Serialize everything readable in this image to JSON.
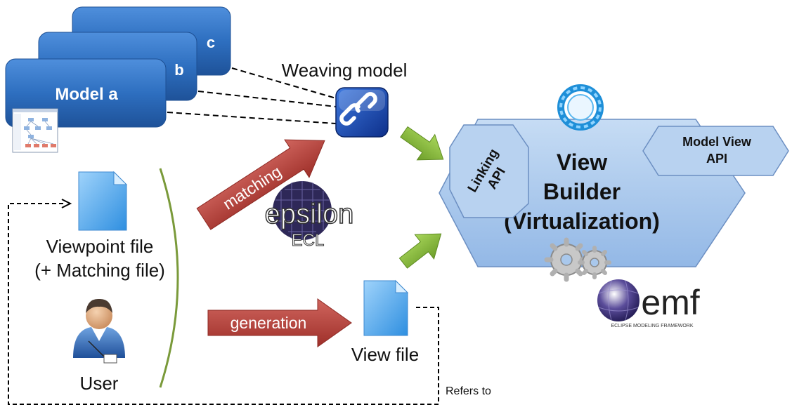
{
  "models": {
    "model_a": "Model a",
    "model_b": "b",
    "model_c": "c"
  },
  "weaving": {
    "label": "Weaving model"
  },
  "viewpoint": {
    "line1": "Viewpoint file",
    "line2": "(+ Matching file)"
  },
  "user": {
    "label": "User"
  },
  "view_file": {
    "label": "View file"
  },
  "arrows": {
    "matching": "matching",
    "generation": "generation"
  },
  "epsilon": {
    "logo": "epsilon",
    "sub": "ECL"
  },
  "emf": {
    "logo": "emf",
    "sub": "ECLIPSE MODELING FRAMEWORK"
  },
  "builder": {
    "line1": "View",
    "line2": "Builder",
    "line3": "(Virtualization)",
    "linking_line1": "Linking",
    "linking_line2": "API",
    "modelview_line1": "Model View",
    "modelview_line2": "API"
  },
  "refers_to": {
    "label": "Refers to"
  },
  "colors": {
    "model_blue": "#2d6db8",
    "builder_fill": "#a9c8ec",
    "builder_stroke": "#6c8fc2",
    "red_arrow": "#b8403a",
    "green_arrow": "#8cbf3f",
    "bracket": "#7a9a3a",
    "file_blue": "#5aa8e8"
  }
}
